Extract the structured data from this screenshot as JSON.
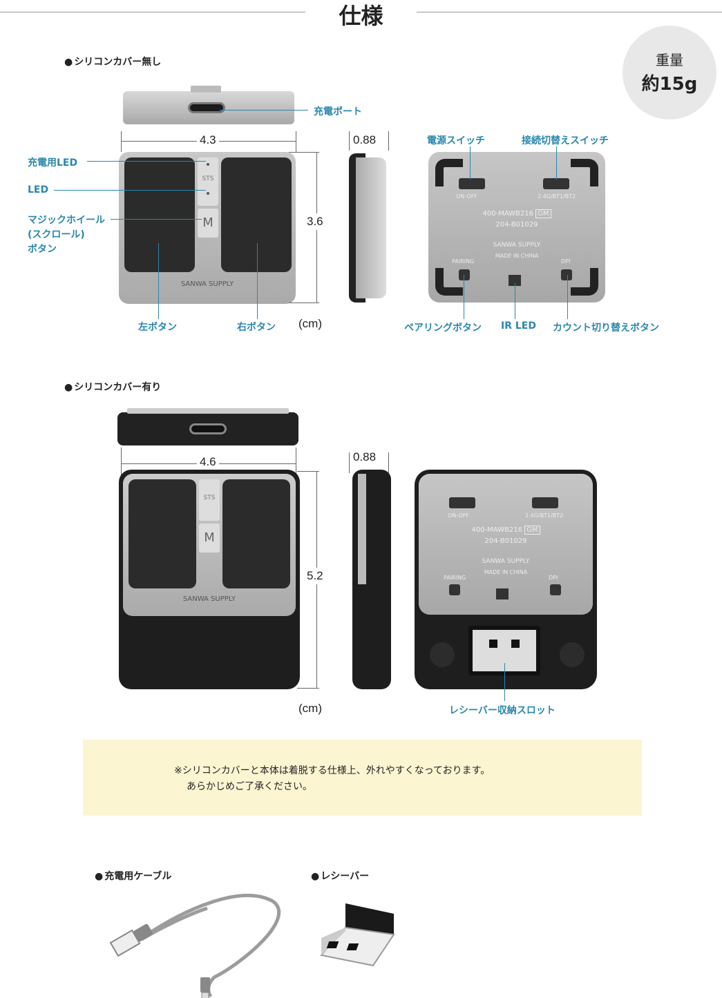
{
  "title": "仕様",
  "weight": {
    "label": "重量",
    "value": "約15g"
  },
  "section1": {
    "heading": "シリコンカバー無し",
    "labels": {
      "charge_port": "充電ポート",
      "charge_led": "充電用LED",
      "led": "LED",
      "magic_wheel": "マジックホイール\n(スクロール)\nボタン",
      "left_button": "左ボタン",
      "right_button": "右ボタン",
      "power_switch": "電源スイッチ",
      "connection_switch": "接続切替えスイッチ",
      "pairing_button": "ペアリングボタン",
      "ir_led": "IR LED",
      "count_button": "カウント切り替えボタン"
    },
    "dims": {
      "width": "4.3",
      "height": "3.6",
      "depth": "0.88",
      "unit": "(cm)"
    }
  },
  "section2": {
    "heading": "シリコンカバー有り",
    "labels": {
      "receiver_slot": "レシーバー収納スロット"
    },
    "dims": {
      "width": "4.6",
      "height": "5.2",
      "depth": "0.88",
      "unit": "(cm)"
    }
  },
  "device_prints": {
    "brand": "SANWA SUPPLY",
    "sts": "STS",
    "m": "M",
    "on_off": "ON-OFF",
    "bt": "2.4G/BT1/BT2",
    "model": "400-MAWB216",
    "gm": "GM",
    "cert": "204-B01029",
    "made": "MADE IN CHINA",
    "pairing": "PAIRING",
    "dpi": "DPI"
  },
  "note": {
    "line1": "※シリコンカバーと本体は着脱する仕様上、外れやすくなっております。",
    "line2": "あらかじめご了承ください。"
  },
  "accessories": {
    "cable": "充電用ケーブル",
    "receiver": "レシーバー"
  }
}
